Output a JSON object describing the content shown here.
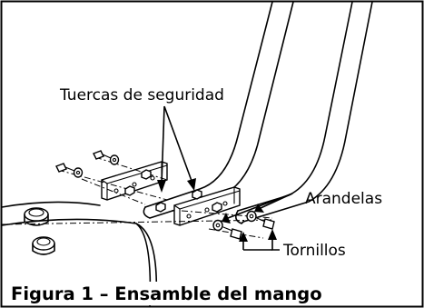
{
  "figure": {
    "caption": "Figura 1 – Ensamble del mango",
    "callouts": {
      "lock_nuts": "Tuercas de seguridad",
      "washers": "Arandelas",
      "bolts": "Tornillos"
    }
  }
}
